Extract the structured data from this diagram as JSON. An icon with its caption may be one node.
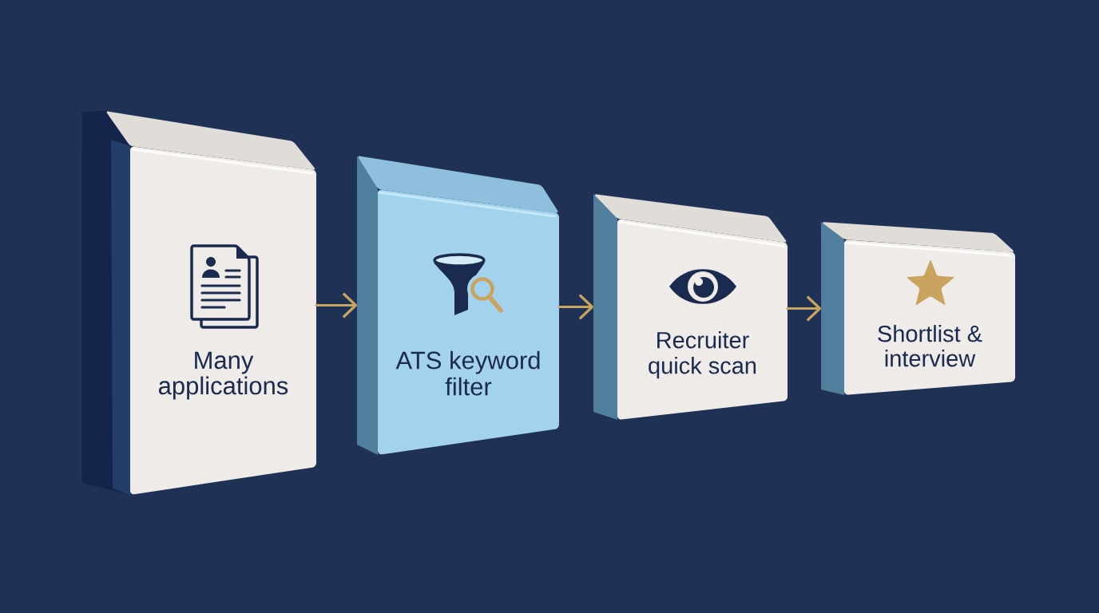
{
  "diagram": {
    "nodes": [
      {
        "text": [
          "Many applications"
        ]
      },
      {
        "text": [
          "ATS keyword filter"
        ]
      },
      {
        "text": [
          "Recruiter quick scan"
        ]
      },
      {
        "text": [
          "Shortlist & interview"
        ]
      }
    ],
    "edges": [
      {
        "from": 0,
        "to": 1,
        "arrow": "to"
      },
      {
        "from": 1,
        "to": 2,
        "arrow": "to"
      },
      {
        "from": 2,
        "to": 3,
        "arrow": "to"
      }
    ]
  }
}
